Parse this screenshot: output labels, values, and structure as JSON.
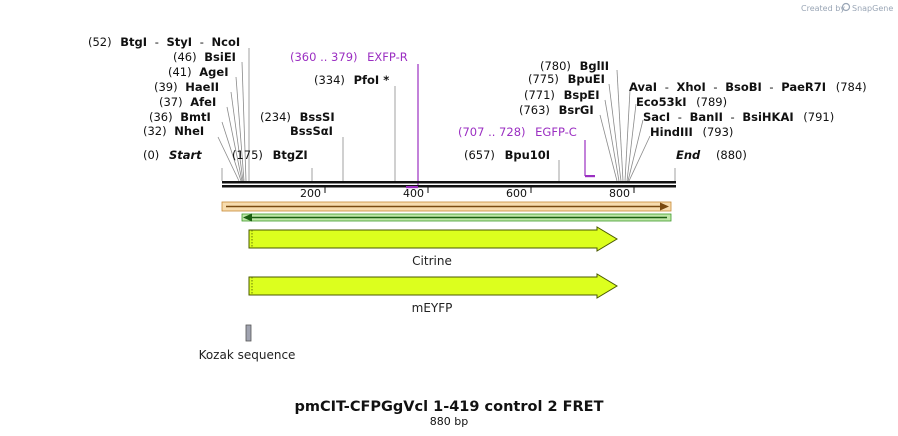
{
  "credit": {
    "prefix": "Created by",
    "brand": "SnapGene"
  },
  "title": "pmCIT-CFPGgVcl 1-419 control 2 FRET",
  "length_label": "880 bp",
  "ticks": [
    "200",
    "400",
    "600",
    "800"
  ],
  "ends": {
    "start_pos": "(0)",
    "start_label": "Start",
    "end_label": "End",
    "end_pos": "(880)"
  },
  "sites": {
    "btgi_group_pos": "(52)",
    "btgi": "BtgI",
    "styi": "StyI",
    "ncoi": "NcoI",
    "bseei_pos": "(46)",
    "bseei": "BsiEI",
    "agei_pos": "(41)",
    "agei": "AgeI",
    "haeii_pos": "(39)",
    "haeii": "HaeII",
    "afei_pos": "(37)",
    "afei": "AfeI",
    "bmti_pos": "(36)",
    "bmti": "BmtI",
    "nhei_pos": "(32)",
    "nhei": "NheI",
    "btgzi_pos": "(175)",
    "btgzi": "BtgZI",
    "bsssi_pos": "(234)",
    "bsssi": "BssSI",
    "bsssai": "BssSαI",
    "pfoi_pos": "(334)",
    "pfoi": "PfoI *",
    "bpu10i_pos": "(657)",
    "bpu10i": "Bpu10I",
    "bglii_pos": "(780)",
    "bglii": "BglII",
    "bpuei_pos": "(775)",
    "bpuei": "BpuEI",
    "bspei_pos": "(771)",
    "bspei": "BspEI",
    "bsrgi_pos": "(763)",
    "bsrgi": "BsrGI",
    "avai": "AvaI",
    "xhoi": "XhoI",
    "bsobi": "BsoBI",
    "paer7i": "PaeR7I",
    "avai_group_pos": "(784)",
    "eco53ki": "Eco53kI",
    "eco53ki_pos": "(789)",
    "saci": "SacI",
    "banii": "BanII",
    "bsihkai": "BsiHKAI",
    "saci_group_pos": "(791)",
    "hindiii": "HindIII",
    "hindiii_pos": "(793)"
  },
  "primers": {
    "exfp_r_range": "(360 .. 379)",
    "exfp_r_name": "EXFP-R",
    "egfp_c_range": "(707 .. 728)",
    "egfp_c_name": "EGFP-C"
  },
  "features": {
    "citrine": "Citrine",
    "meyfp": "mEYFP",
    "kozak": "Kozak sequence"
  },
  "colors": {
    "primer": "#9b2fc2",
    "feature_fill": "#dcff1e",
    "feature_stroke": "#4a5a00",
    "forward_strand": "#e8a33a",
    "reverse_strand": "#3f9b2a",
    "kozak": "#a0a3b0"
  }
}
